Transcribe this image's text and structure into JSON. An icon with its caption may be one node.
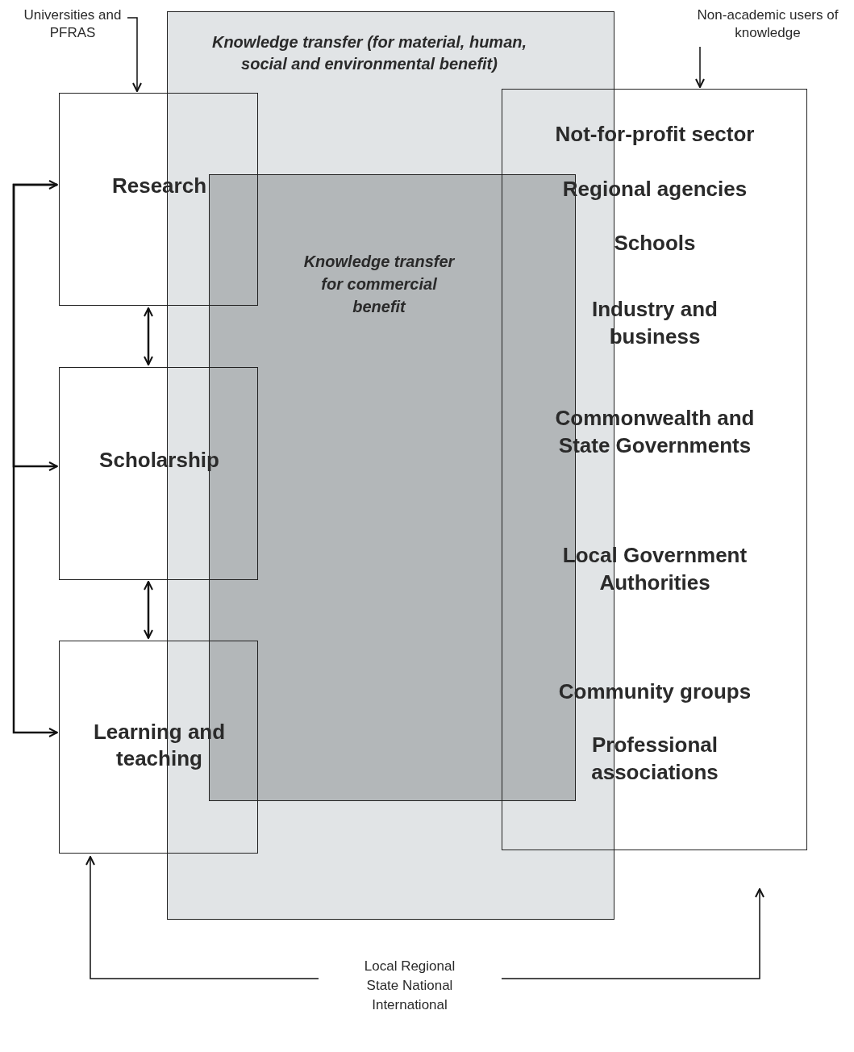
{
  "diagram": {
    "nodes": [
      {
        "text": [
          "Universities and PFRAS"
        ]
      },
      {
        "text": [
          "Non-academic users of knowledge"
        ]
      },
      {
        "text": [
          "Knowledge transfer (for material, human, social and environmental benefit)"
        ]
      },
      {
        "text": [
          "Knowledge transfer for commercial benefit"
        ],
        "in": 2
      },
      {
        "text": [
          "Research"
        ]
      },
      {
        "text": [
          "Scholarship"
        ]
      },
      {
        "text": [
          "Learning and teaching"
        ]
      },
      {
        "text": [
          "Not-for-profit sector",
          "Regional agencies",
          "Schools",
          "Industry and business",
          "Commonwealth and State Governments",
          "Local Government Authorities",
          "Community groups",
          "Professional associations"
        ]
      },
      {
        "text": [
          "Local Regional State National International"
        ]
      }
    ],
    "edges": [
      {
        "from": 0,
        "to": 4,
        "arrow": "to"
      },
      {
        "from": 1,
        "to": 7,
        "arrow": "to"
      },
      {
        "from": 4,
        "to": 5,
        "arrow": "both"
      },
      {
        "from": 5,
        "to": 6,
        "arrow": "both"
      },
      {
        "from": 4,
        "to": 6,
        "arrow": "both"
      },
      {
        "from": 4,
        "to": 5,
        "arrow": "to"
      },
      {
        "from": 8,
        "to": 6,
        "arrow": "to"
      },
      {
        "from": 8,
        "to": 7,
        "arrow": "to"
      }
    ]
  }
}
